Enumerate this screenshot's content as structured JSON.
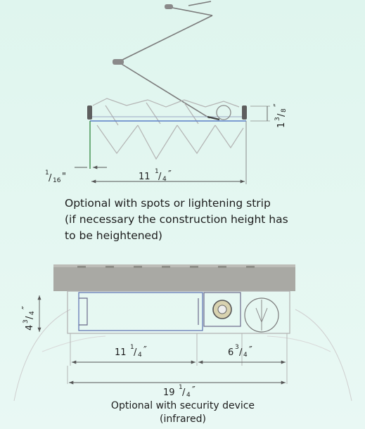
{
  "top_view": {
    "dim_height_whole": "1",
    "dim_height_num": "3",
    "dim_height_den": "8",
    "dim_height_unit": "″",
    "dim_left_num": "1",
    "dim_left_den": "16",
    "dim_left_unit": "\"",
    "dim_width_whole": "11",
    "dim_width_num": "1",
    "dim_width_den": "4",
    "dim_width_unit": "″"
  },
  "caption_top": [
    "Optional with spots or lightening strip",
    "(if necessary the construction height has",
    "to be heightened)"
  ],
  "bottom_view": {
    "dim_height_whole": "4",
    "dim_height_num": "3",
    "dim_height_den": "4",
    "dim_height_unit": "″",
    "dim_a_whole": "11",
    "dim_a_num": "1",
    "dim_a_den": "4",
    "dim_a_unit": "″",
    "dim_b_whole": "6",
    "dim_b_num": "3",
    "dim_b_den": "4",
    "dim_b_unit": "″",
    "dim_total_whole": "19",
    "dim_total_num": "1",
    "dim_total_den": "4",
    "dim_total_unit": "″"
  },
  "caption_bottom": [
    "Optional with security device",
    "(infrared)"
  ],
  "colors": {
    "background": "#e2f6ef",
    "line": "#6a6a6a",
    "blue_line": "#5a7fc8",
    "green_line": "#3e8f4a",
    "housing": "#a9a9a4"
  }
}
